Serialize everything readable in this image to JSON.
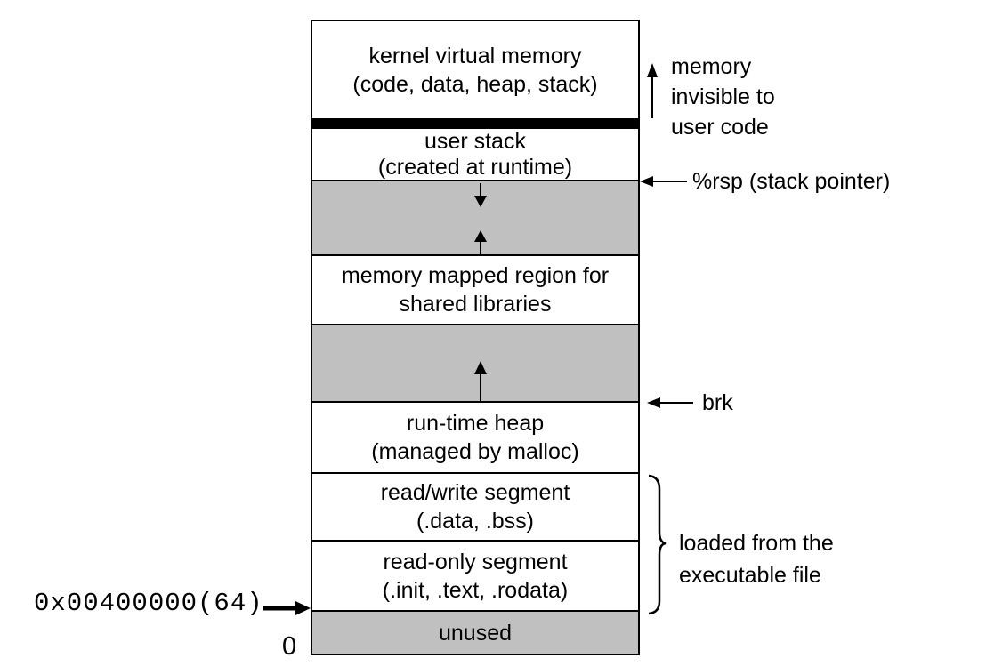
{
  "diagram": {
    "stack": {
      "kernel": {
        "line1": "kernel virtual memory",
        "line2": "(code, data, heap, stack)"
      },
      "user_stack": {
        "line1": "user stack",
        "line2": "(created at runtime)"
      },
      "mmap": {
        "line1": "memory mapped region for",
        "line2": "shared libraries"
      },
      "heap": {
        "line1": "run-time heap",
        "line2": "(managed by malloc)"
      },
      "rw_segment": {
        "line1": "read/write segment",
        "line2": "(.data, .bss)"
      },
      "ro_segment": {
        "line1": "read-only segment",
        "line2": "(.init, .text, .rodata)"
      },
      "unused": {
        "line1": "unused"
      }
    },
    "annotations": {
      "memory_invisible": {
        "line1": "memory",
        "line2": "invisible to",
        "line3": "user code"
      },
      "rsp": "%rsp (stack pointer)",
      "brk": "brk",
      "loaded": {
        "line1": "loaded from the",
        "line2": "executable file"
      },
      "base_address": "0x00400000(64)",
      "zero_address": "0"
    },
    "colors": {
      "region_gray": "#c0c0c0",
      "divider_black": "#000000",
      "line_black": "#000000",
      "background": "#ffffff"
    }
  }
}
